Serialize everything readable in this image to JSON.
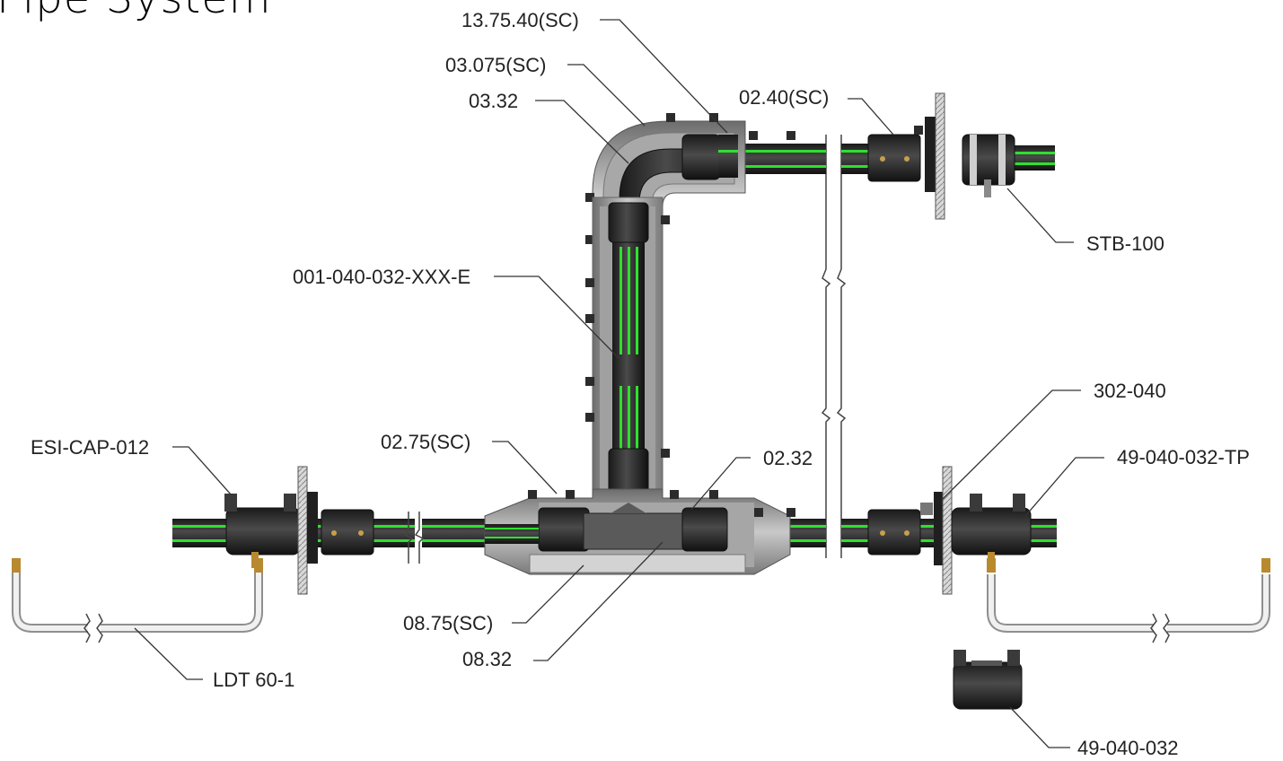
{
  "title": "Pipe System",
  "colors": {
    "pipe": "#2b2b2b",
    "stripe": "#2fe02f",
    "fitting": "#3a3a3a",
    "sleeve": "#9a9a9a",
    "sleeve_light": "#cfcfcf",
    "wall": "#bdbdbd",
    "tube": "#e6e6e6",
    "brass": "#b8892f"
  },
  "labels": {
    "l1": "13.75.40(SC)",
    "l2": "03.075(SC)",
    "l3": "03.32",
    "l4": "02.40(SC)",
    "l5": "STB-100",
    "l6": "001-040-032-XXX-E",
    "l7": "302-040",
    "l8": "49-040-032-TP",
    "l9": "ESI-CAP-012",
    "l10": "02.75(SC)",
    "l11": "02.32",
    "l12": "08.75(SC)",
    "l13": "08.32",
    "l14": "LDT 60-1",
    "l15": "49-040-032"
  }
}
